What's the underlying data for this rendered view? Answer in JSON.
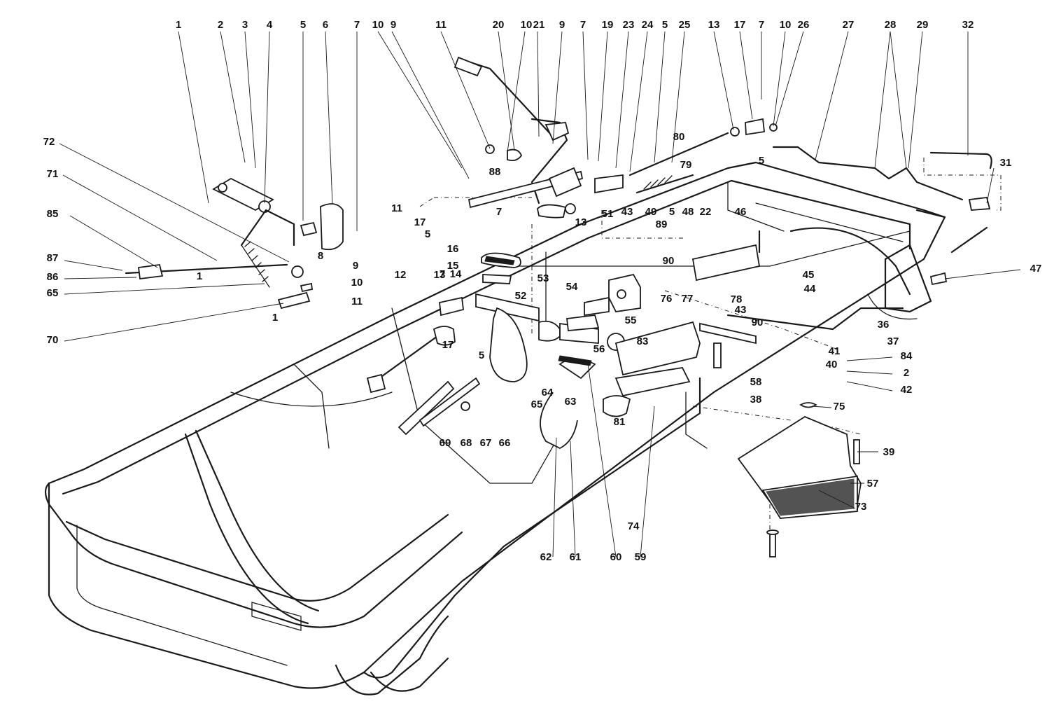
{
  "diagram": {
    "callouts_top": [
      "1",
      "2",
      "3",
      "4",
      "5",
      "6",
      "7",
      "10",
      "9",
      "11",
      "20",
      "10",
      "21",
      "9",
      "7",
      "19",
      "23",
      "24",
      "5",
      "25",
      "13",
      "17",
      "7",
      "10",
      "26",
      "27",
      "28",
      "29",
      "32"
    ],
    "callouts_left": [
      "72",
      "71",
      "85",
      "87",
      "86",
      "65",
      "70"
    ],
    "callouts_mid": [
      "8",
      "9",
      "1",
      "10",
      "11",
      "1",
      "88",
      "11",
      "7",
      "17",
      "13",
      "5",
      "80",
      "79",
      "5",
      "31",
      "16",
      "15",
      "12",
      "13",
      "7",
      "14",
      "52",
      "53",
      "54",
      "55",
      "51",
      "43",
      "49",
      "5",
      "48",
      "22",
      "46",
      "89",
      "90",
      "45",
      "44",
      "43",
      "47",
      "76",
      "77",
      "78",
      "90",
      "36",
      "37",
      "41",
      "40",
      "84",
      "2",
      "42",
      "17",
      "5",
      "56",
      "83",
      "58",
      "38",
      "65",
      "64",
      "63",
      "81",
      "75",
      "39",
      "57",
      "73",
      "69",
      "68",
      "67",
      "66",
      "62",
      "61",
      "60",
      "59",
      "74"
    ],
    "colors": {
      "ink": "#1a1a1a",
      "paper": "#ffffff"
    }
  }
}
